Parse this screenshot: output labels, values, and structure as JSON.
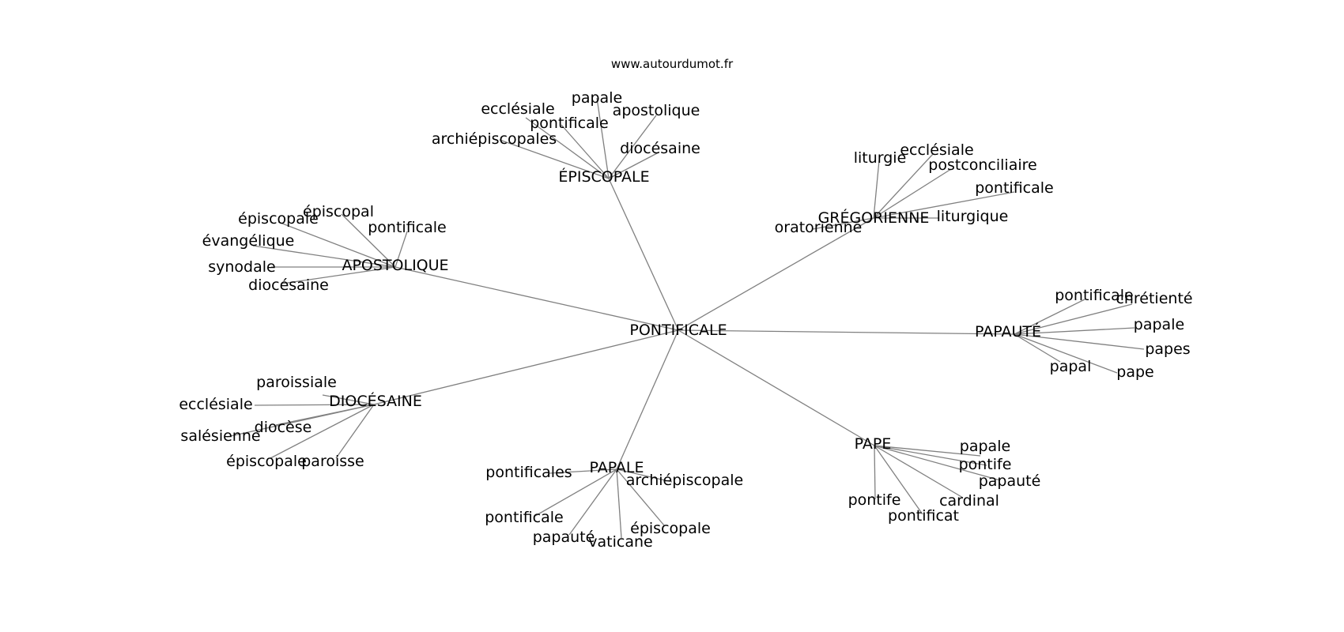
{
  "watermark": "www.autourdumot.fr",
  "center": "PONTIFICALE",
  "clusters": [
    {
      "label": "ÉPISCOPALE",
      "words": [
        "papale",
        "ecclésiale",
        "pontificale",
        "apostolique",
        "archiépiscopales",
        "diocésaine"
      ]
    },
    {
      "label": "GRÉGORIENNE",
      "words": [
        "liturgie",
        "ecclésiale",
        "postconciliaire",
        "pontificale",
        "liturgique",
        "oratorienne"
      ]
    },
    {
      "label": "APOSTOLIQUE",
      "words": [
        "épiscopal",
        "épiscopale",
        "pontificale",
        "évangélique",
        "synodale",
        "diocésaine"
      ]
    },
    {
      "label": "PAPAUTÉ",
      "words": [
        "pontificale",
        "chrétienté",
        "papale",
        "papes",
        "papal",
        "pape"
      ]
    },
    {
      "label": "DIOCÉSAINE",
      "words": [
        "paroissiale",
        "ecclésiale",
        "diocèse",
        "salésienne",
        "épiscopale",
        "paroisse"
      ]
    },
    {
      "label": "PAPALE",
      "words": [
        "pontificales",
        "archiépiscopale",
        "pontificale",
        "épiscopale",
        "papauté",
        "vaticane"
      ]
    },
    {
      "label": "PAPE",
      "words": [
        "papale",
        "pontife",
        "papauté",
        "cardinal",
        "pontife",
        "pontificat"
      ]
    }
  ]
}
